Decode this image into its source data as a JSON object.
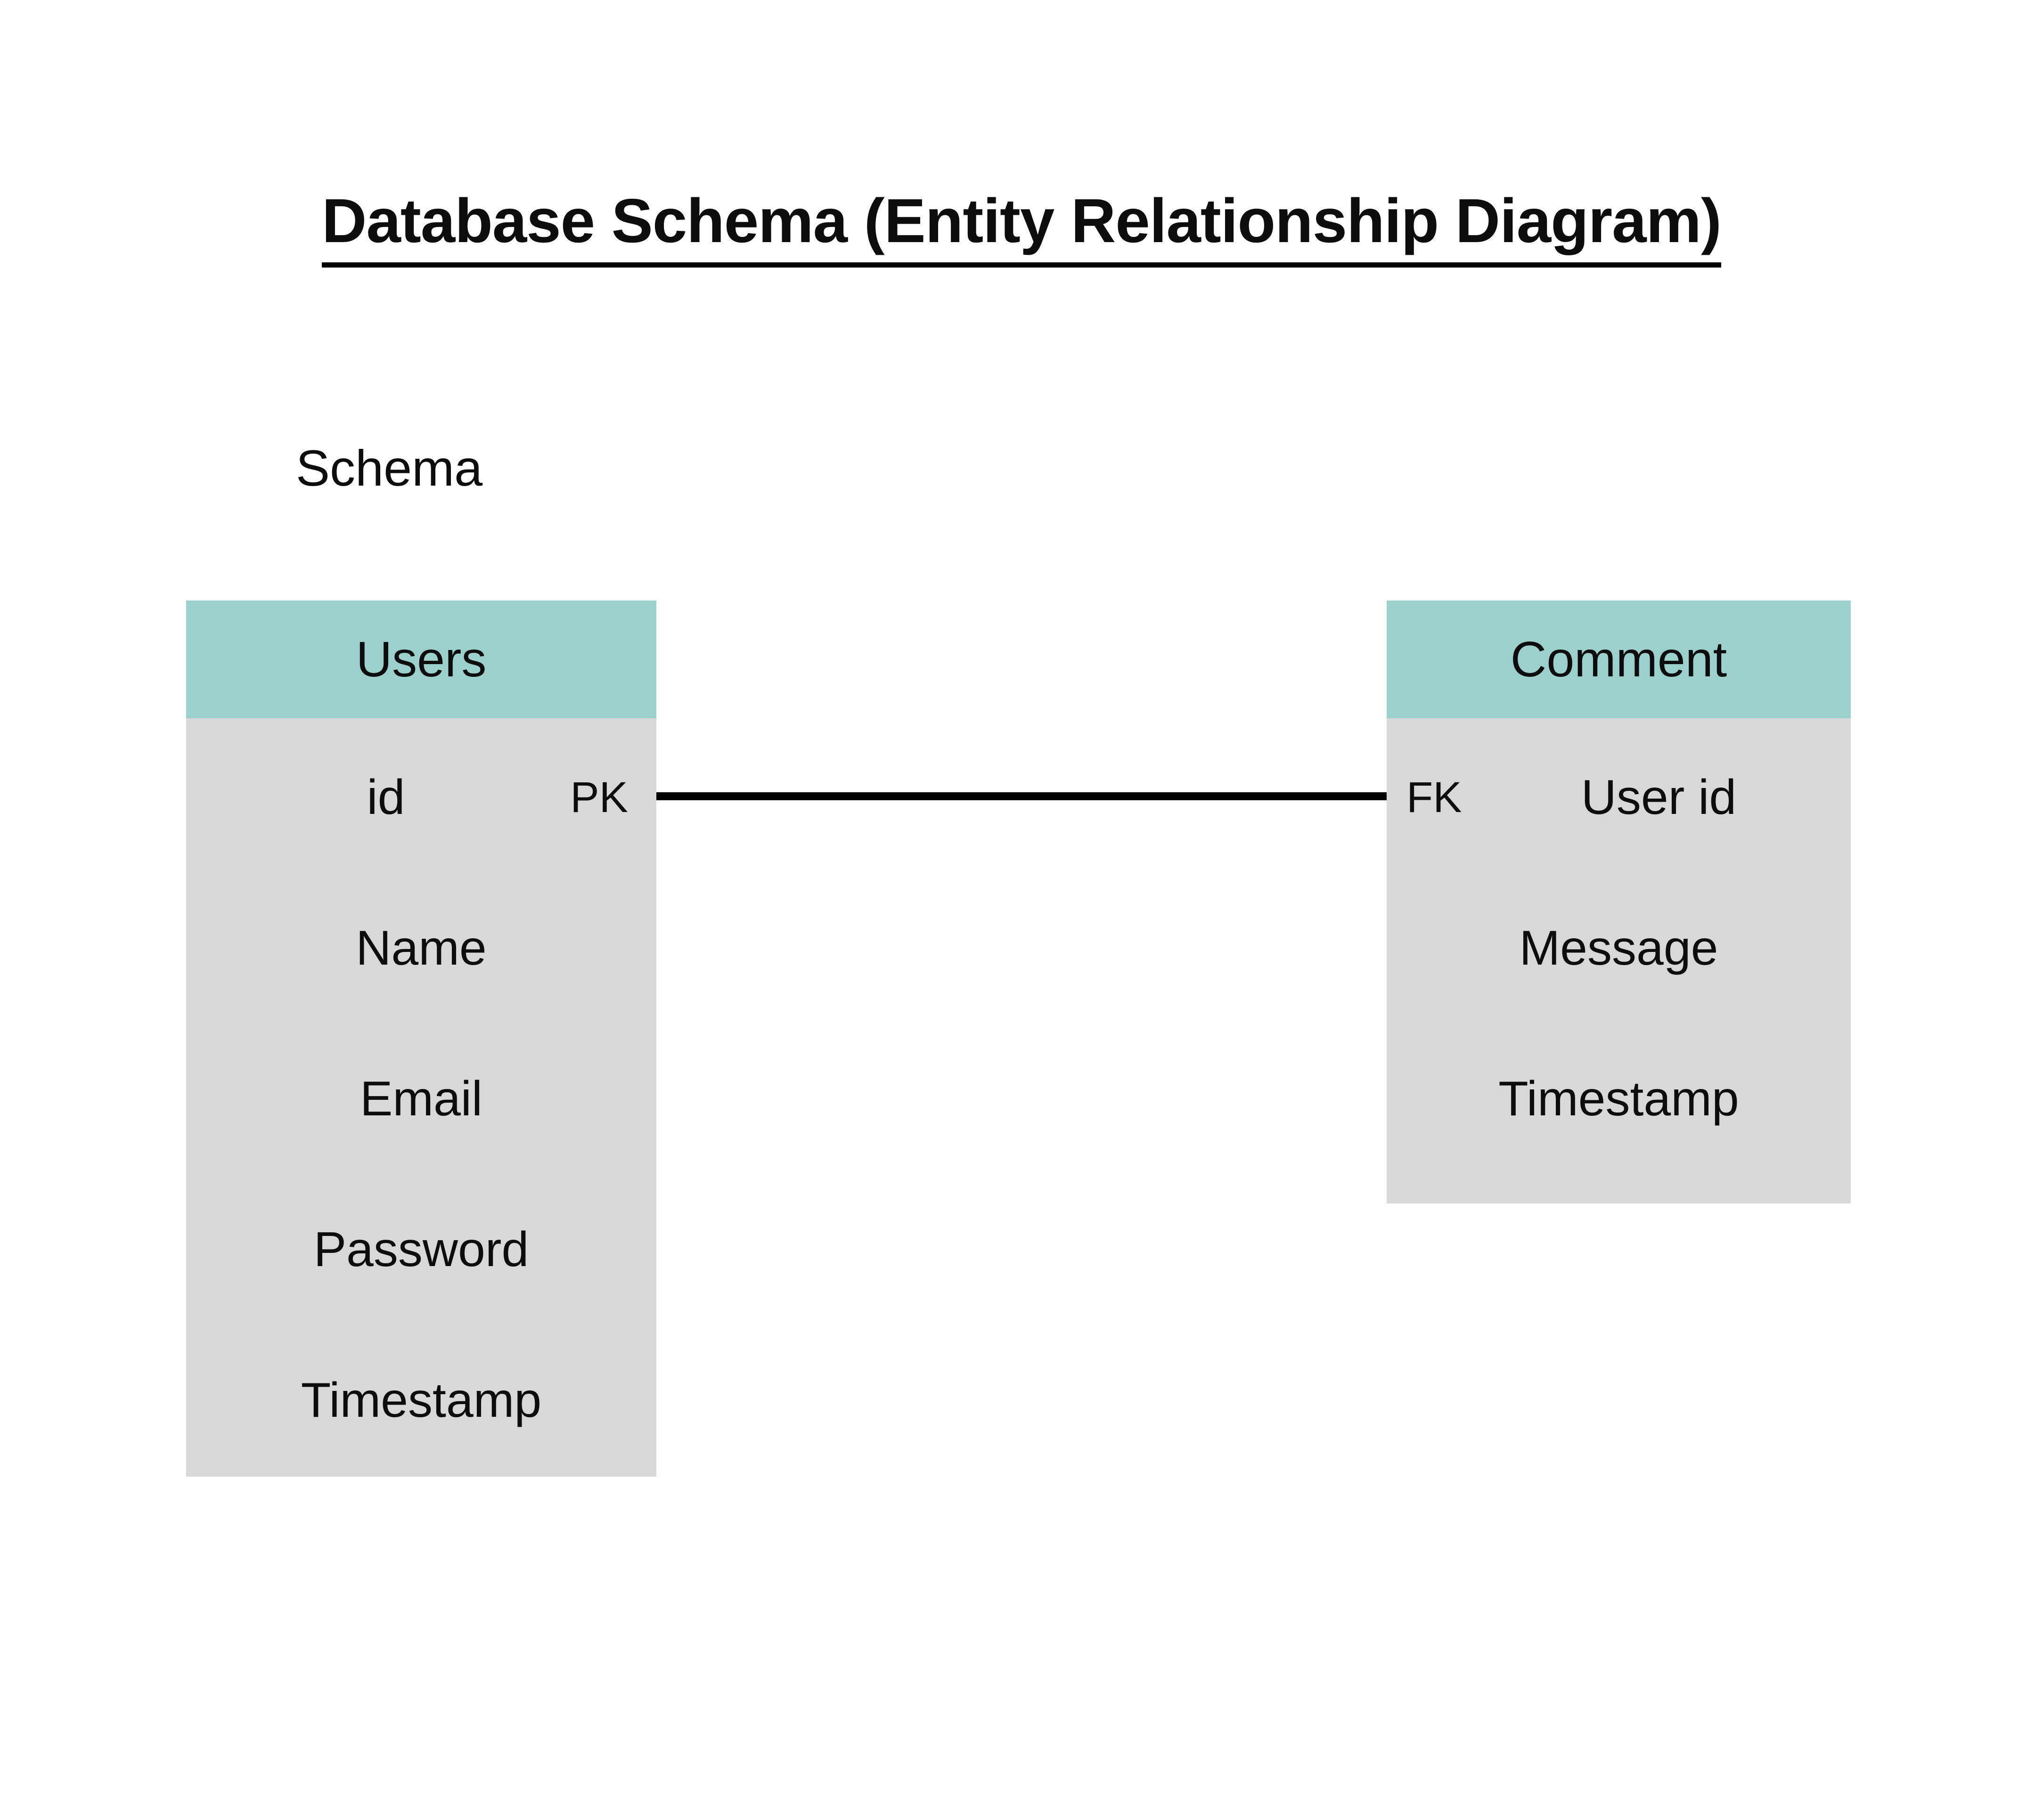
{
  "title": "Database Schema (Entity Relationship Diagram)",
  "section_label": "Schema",
  "colors": {
    "header_teal": "#9bd0cc",
    "body_gray": "#d8d8d8",
    "line_black": "#000000",
    "background": "#ffffff"
  },
  "entities": [
    {
      "name": "Users",
      "fields": [
        {
          "label": "id",
          "key": "PK"
        },
        {
          "label": "Name",
          "key": ""
        },
        {
          "label": "Email",
          "key": ""
        },
        {
          "label": "Password",
          "key": ""
        },
        {
          "label": "Timestamp",
          "key": ""
        }
      ]
    },
    {
      "name": "Comment",
      "fields": [
        {
          "label": "User id",
          "key": "FK"
        },
        {
          "label": "Message",
          "key": ""
        },
        {
          "label": "Timestamp",
          "key": ""
        }
      ]
    }
  ],
  "relationship": {
    "from": "Users.id",
    "to": "Comment.User id"
  }
}
